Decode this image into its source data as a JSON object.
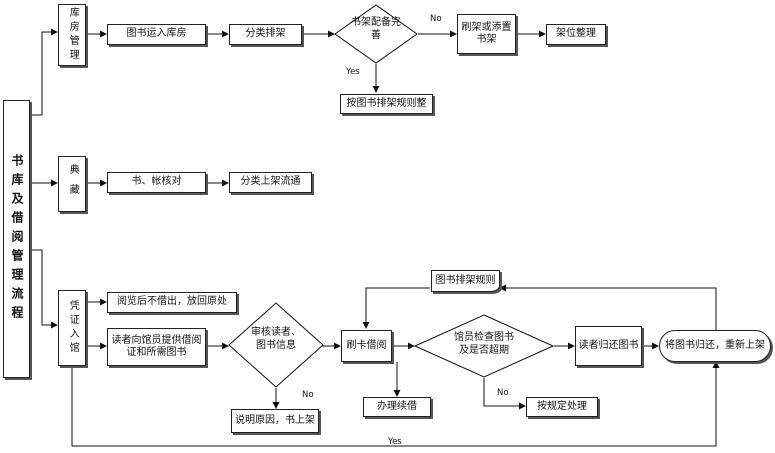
{
  "title": "书库及借阅管理流程",
  "section_storage": "库房管理",
  "section_classics": "典藏",
  "section_borrow": "凭证入馆",
  "storage": {
    "step1": "图书运入库房",
    "step2": "分类排架",
    "decision": "书架配备完善",
    "no_action": "刷架或添置书架",
    "final": "架位整理",
    "yes_action": "按图书排架规则整",
    "yes_label": "Yes",
    "no_label": "No"
  },
  "classics": {
    "step1": "书、帐核对",
    "step2": "分类上架流通"
  },
  "borrow": {
    "read_only": "阅览后不借出，放回原处",
    "provide": "读者向馆员提供借阅证和所需图书",
    "review": "审核读者、图书信息",
    "no_label1": "No",
    "explain": "说明原因，书上架",
    "swipe": "刷卡借阅",
    "renew": "办理续借",
    "check": "馆员检查图书及是否超期",
    "no_label2": "No",
    "rule_handle": "按规定处理",
    "return_book": "读者归还图书",
    "reshelve": "将图书归还，重新上架",
    "shelving_rules": "图书排架规则",
    "yes_label": "Yes"
  }
}
